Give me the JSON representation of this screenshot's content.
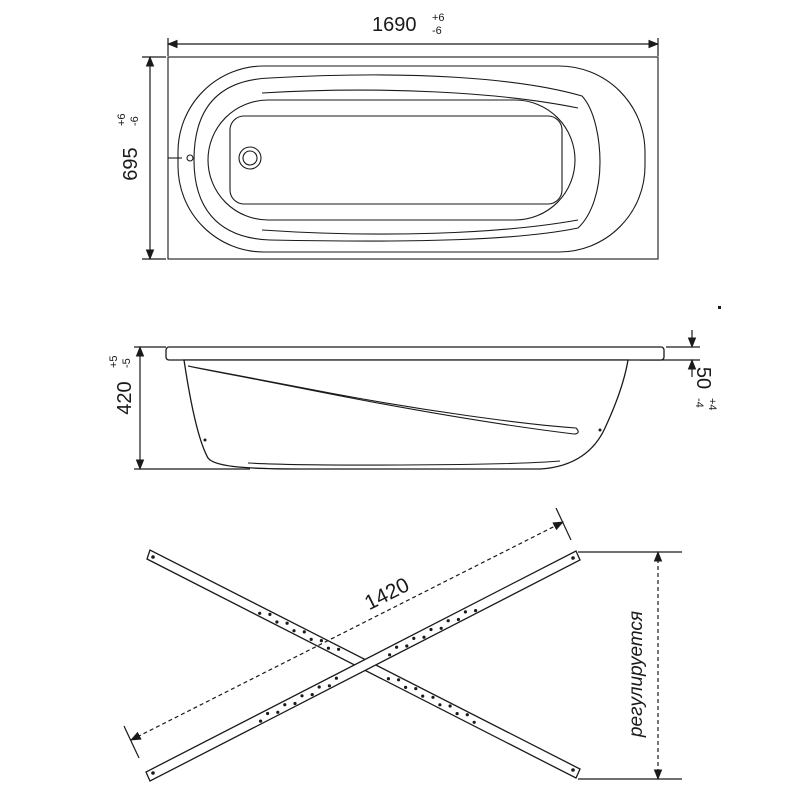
{
  "top_view": {
    "length_label": "1690",
    "length_tol_plus": "+6",
    "length_tol_minus": "-6",
    "width_label": "695",
    "width_tol_plus": "+6",
    "width_tol_minus": "-6"
  },
  "side_view": {
    "height_label": "420",
    "height_tol_plus": "+5",
    "height_tol_minus": "-5",
    "rim_label": "50",
    "rim_tol_plus": "+4",
    "rim_tol_minus": "-4"
  },
  "frame_view": {
    "span_label": "1420",
    "adjust_label": "регулируется"
  }
}
